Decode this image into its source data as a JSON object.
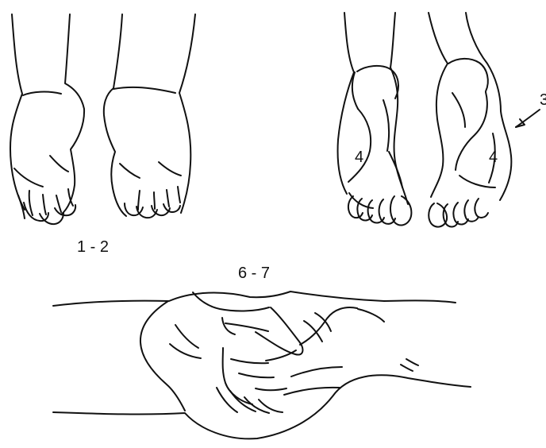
{
  "labels": {
    "feet_front": "1 - 2",
    "hand_grip": "6 - 7",
    "sole_left": "4",
    "sole_right": "4",
    "arrow_callout": "3"
  },
  "colors": {
    "ink": "#111111",
    "background": "#ffffff"
  }
}
